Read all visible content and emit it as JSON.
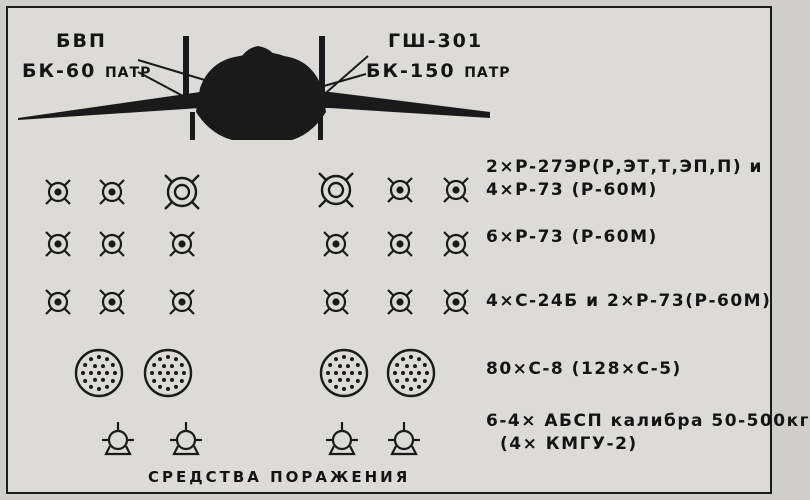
{
  "labels": {
    "left_top": "БВП",
    "left_bottom": "БК-60",
    "left_bottom_unit": "ПАТР",
    "right_top": "ГШ-301",
    "right_bottom": "БК-150",
    "right_bottom_unit": "ПАТР"
  },
  "rows": [
    {
      "line1": "2×Р-27ЭР(Р,ЭТ,Т,ЭП,П) и",
      "line2": "4×Р-73 (Р-60М)"
    },
    {
      "line1": "6×Р-73 (Р-60М)"
    },
    {
      "line1": "4×С-24Б и 2×Р-73(Р-60М)"
    },
    {
      "line1": "80×С-8 (128×С-5)"
    },
    {
      "line1": "6-4× АБСП калибра 50-500кг",
      "line2": "(4× КМГУ-2)"
    }
  ],
  "caption": "СРЕДСТВА ПОРАЖЕНИЯ"
}
